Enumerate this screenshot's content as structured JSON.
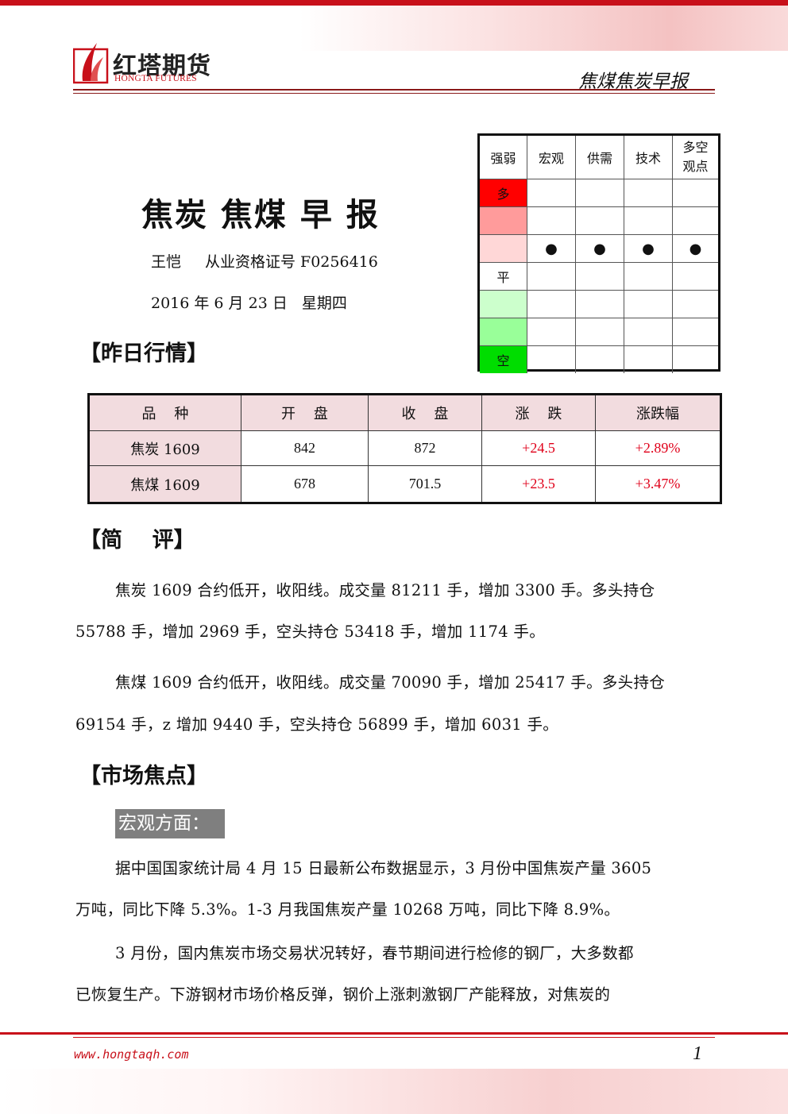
{
  "header": {
    "logo_cn": "红塔期货",
    "logo_en": "HONGTA FUTURES",
    "report_title": "焦煤焦炭早报"
  },
  "title": "焦炭 焦煤 早 报",
  "author": "王恺",
  "certificate": "从业资格证号 F0256416",
  "date": "2016 年 6 月 23 日   星期四",
  "sections": {
    "yesterday": "【昨日行情】",
    "comment": "【简    评】",
    "focus": "【市场焦点】"
  },
  "rating_grid": {
    "headers": [
      "强弱",
      "宏观",
      "供需",
      "技术",
      "多空观点"
    ],
    "header_last_lines": [
      "多空",
      "观点"
    ],
    "rows": [
      {
        "label": "多",
        "color": "#ff0000",
        "marks": [
          false,
          false,
          false,
          false
        ]
      },
      {
        "label": "",
        "color": "#ff9b9b",
        "marks": [
          false,
          false,
          false,
          false
        ]
      },
      {
        "label": "",
        "color": "#ffd7d7",
        "marks": [
          true,
          true,
          true,
          true
        ]
      },
      {
        "label": "平",
        "color": "#ffffff",
        "marks": [
          false,
          false,
          false,
          false
        ]
      },
      {
        "label": "",
        "color": "#ccffcc",
        "marks": [
          false,
          false,
          false,
          false
        ]
      },
      {
        "label": "",
        "color": "#99ff99",
        "marks": [
          false,
          false,
          false,
          false
        ]
      },
      {
        "label": "空",
        "color": "#00dd00",
        "marks": [
          false,
          false,
          false,
          false
        ]
      }
    ],
    "mark_symbol": "●"
  },
  "price_table": {
    "headers": [
      "品    种",
      "开    盘",
      "收    盘",
      "涨    跌",
      "涨跌幅"
    ],
    "rows": [
      [
        "焦炭 1609",
        "842",
        "872",
        "+24.5",
        "+2.89%"
      ],
      [
        "焦煤 1609",
        "678",
        "701.5",
        "+23.5",
        "+3.47%"
      ]
    ],
    "up_color": "#e0001a"
  },
  "comments": [
    [
      "焦炭 1609 合约低开，收阳线。成交量 81211 手，增加 3300 手。多头持仓",
      "55788 手，增加 2969 手，空头持仓 53418 手，增加 1174 手。"
    ],
    [
      "焦煤 1609 合约低开，收阳线。成交量 70090 手，增加 25417 手。多头持仓",
      "69154 手，z 增加 9440 手，空头持仓 56899 手，增加 6031 手。"
    ]
  ],
  "macro_label": "宏观方面：",
  "focus_paragraphs": [
    [
      "据中国国家统计局 4 月 15 日最新公布数据显示，3 月份中国焦炭产量 3605",
      "万吨，同比下降 5.3%。1-3 月我国焦炭产量 10268 万吨，同比下降 8.9%。"
    ],
    [
      "3 月份，国内焦炭市场交易状况转好，春节期间进行检修的钢厂，大多数都",
      "已恢复生产。下游钢材市场价格反弹，钢价上涨刺激钢厂产能释放，对焦炭的"
    ]
  ],
  "footer": {
    "url": "www.hongtaqh.com",
    "page": "1"
  }
}
